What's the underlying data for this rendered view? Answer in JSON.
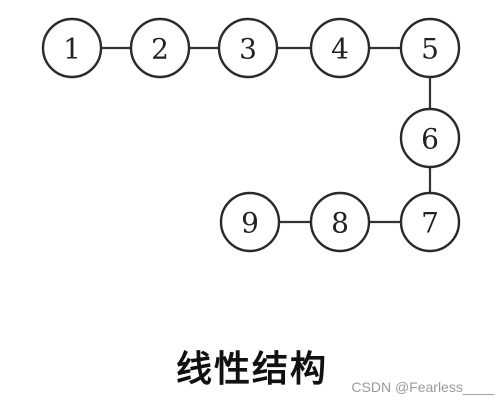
{
  "diagram": {
    "nodes": [
      "1",
      "2",
      "3",
      "4",
      "5",
      "6",
      "7",
      "8",
      "9"
    ],
    "edges": [
      [
        "1",
        "2"
      ],
      [
        "2",
        "3"
      ],
      [
        "3",
        "4"
      ],
      [
        "4",
        "5"
      ],
      [
        "5",
        "6"
      ],
      [
        "6",
        "7"
      ],
      [
        "7",
        "8"
      ],
      [
        "8",
        "9"
      ]
    ]
  },
  "caption": "线性结构",
  "watermark": "CSDN @Fearless____"
}
